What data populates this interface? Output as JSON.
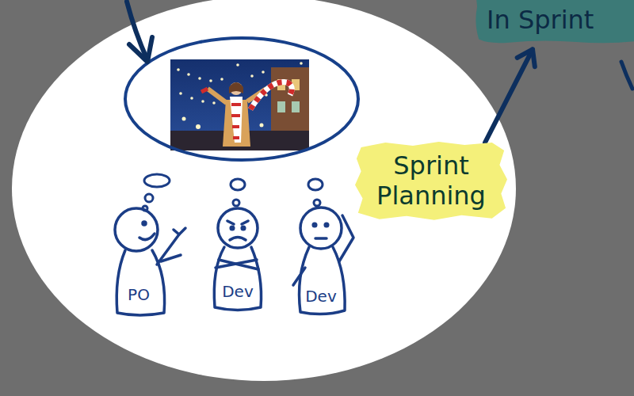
{
  "diagram": {
    "nodes": [
      {
        "text": [
          "In Sprint"
        ]
      },
      {
        "text": [
          "Sprint Planning"
        ]
      },
      {
        "text": [
          "PO"
        ]
      },
      {
        "text": [
          "Dev"
        ]
      },
      {
        "text": [
          "Dev"
        ]
      }
    ],
    "edges": [
      {
        "from": 1,
        "to": 0,
        "arrow": "to"
      }
    ]
  }
}
